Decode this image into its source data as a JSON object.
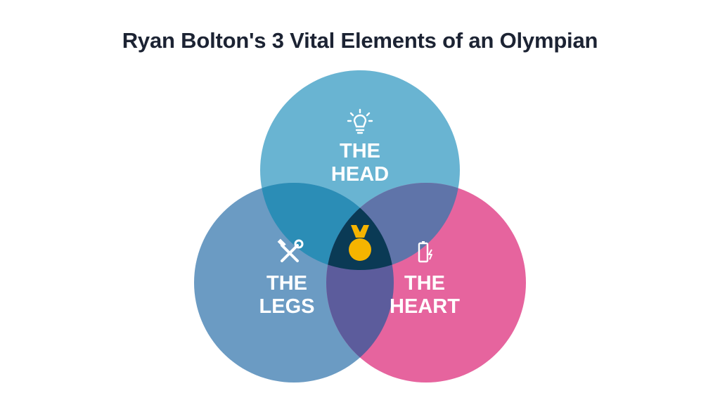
{
  "title": "Ryan Bolton's 3 Vital Elements of an Olympian",
  "colors": {
    "head": "#69b4d2",
    "legs": "#6b9bc3",
    "heart": "#e6649e",
    "head_legs": "#2b8db6",
    "head_heart": "#5f74a9",
    "legs_heart": "#5c5c9c",
    "center": "#0a3a55",
    "medal_gold": "#f5b400",
    "medal_ribbon": "#f5b400"
  },
  "circles": {
    "head": {
      "line1": "THE",
      "line2": "HEAD",
      "icon": "lightbulb-icon"
    },
    "legs": {
      "line1": "THE",
      "line2": "LEGS",
      "icon": "tools-icon"
    },
    "heart": {
      "line1": "THE",
      "line2": "HEART",
      "icon": "battery-charging-icon"
    }
  },
  "center_icon": "medal-icon"
}
